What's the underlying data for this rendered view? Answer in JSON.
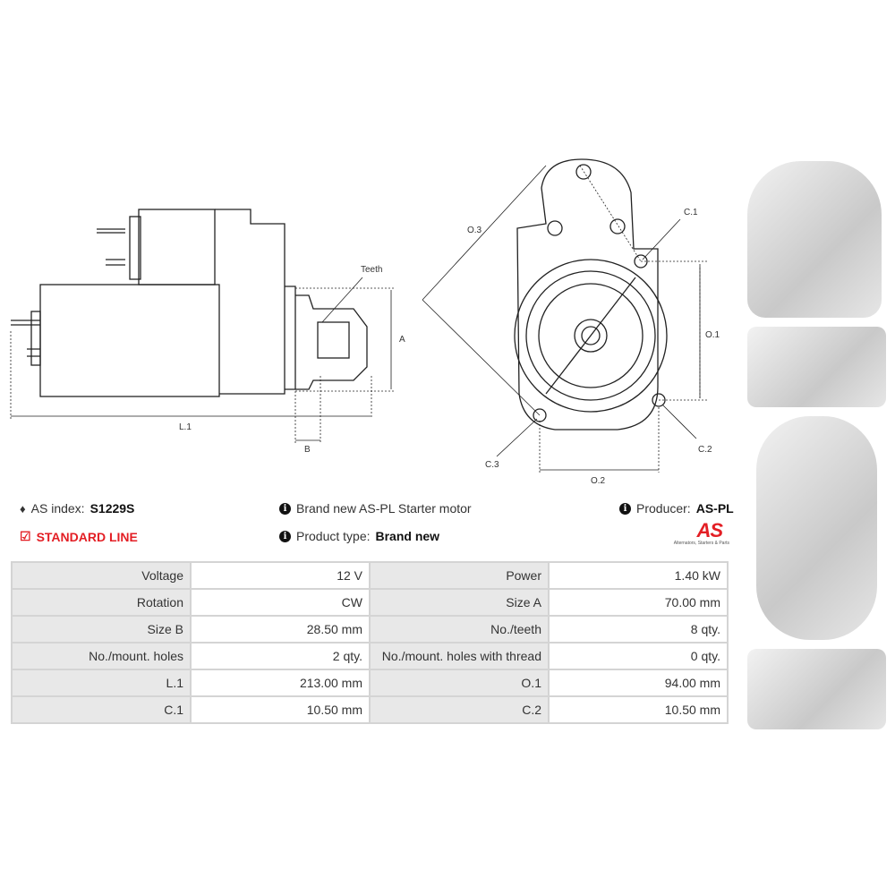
{
  "drawing_labels": {
    "teeth": "Teeth",
    "a": "A",
    "b": "B",
    "l1": "L.1",
    "o1": "O.1",
    "o2": "O.2",
    "o3": "O.3",
    "c1": "C.1",
    "c2": "C.2",
    "c3": "C.3"
  },
  "info": {
    "as_index_label": "AS index:",
    "as_index_value": "S1229S",
    "line": "STANDARD LINE",
    "description": "Brand new AS-PL Starter motor",
    "product_type_label": "Product type:",
    "product_type_value": "Brand new",
    "producer_label": "Producer:",
    "producer_value": "AS-PL"
  },
  "logo": {
    "text": "AS",
    "tagline": "Alternators, Starters & Parts",
    "color": "#e31e24"
  },
  "specs": [
    [
      "Voltage",
      "12 V",
      "Power",
      "1.40 kW"
    ],
    [
      "Rotation",
      "CW",
      "Size A",
      "70.00 mm"
    ],
    [
      "Size B",
      "28.50 mm",
      "No./teeth",
      "8 qty."
    ],
    [
      "No./mount. holes",
      "2 qty.",
      "No./mount. holes with thread",
      "0 qty."
    ],
    [
      "L.1",
      "213.00 mm",
      "O.1",
      "94.00 mm"
    ],
    [
      "C.1",
      "10.50 mm",
      "C.2",
      "10.50 mm"
    ]
  ]
}
